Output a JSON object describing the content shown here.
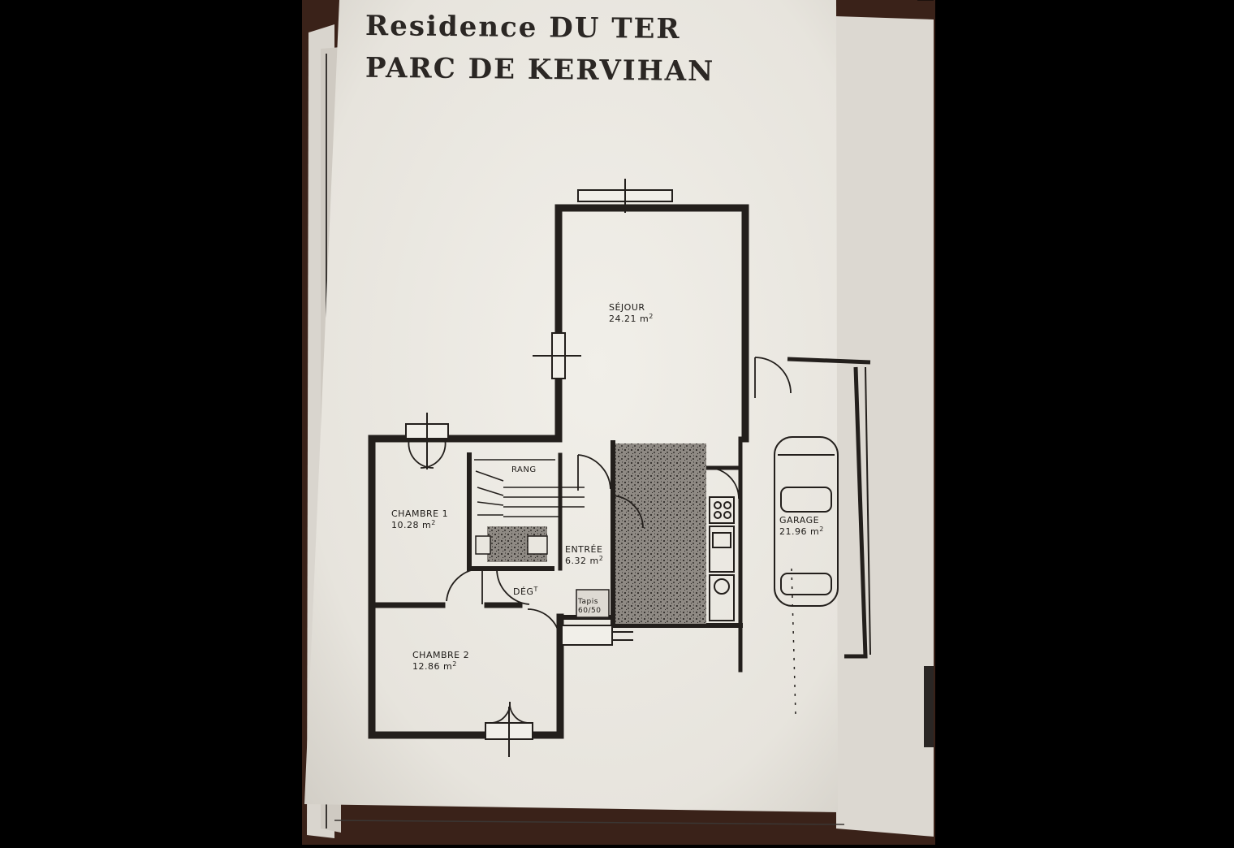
{
  "title": {
    "line1": "Residence DU TER",
    "line2": "PARC DE KERVIHAN"
  },
  "rooms": [
    {
      "id": "sejour",
      "name": "SÉJOUR",
      "area": "24.21 m",
      "exp": "2"
    },
    {
      "id": "chambre1",
      "name": "CHAMBRE 1",
      "area": "10.28 m",
      "exp": "2"
    },
    {
      "id": "entree",
      "name": "ENTRÉE",
      "area": "6.32 m",
      "exp": "2"
    },
    {
      "id": "chambre2",
      "name": "CHAMBRE 2",
      "area": "12.86 m",
      "exp": "2"
    },
    {
      "id": "garage",
      "name": "GARAGE",
      "area": "21.96 m",
      "exp": "2"
    }
  ],
  "small_labels": {
    "rang": "RANG",
    "deg": "DÉG",
    "deg_sup": "T",
    "tapis": "Tapis",
    "tapis_size": "60/50"
  }
}
